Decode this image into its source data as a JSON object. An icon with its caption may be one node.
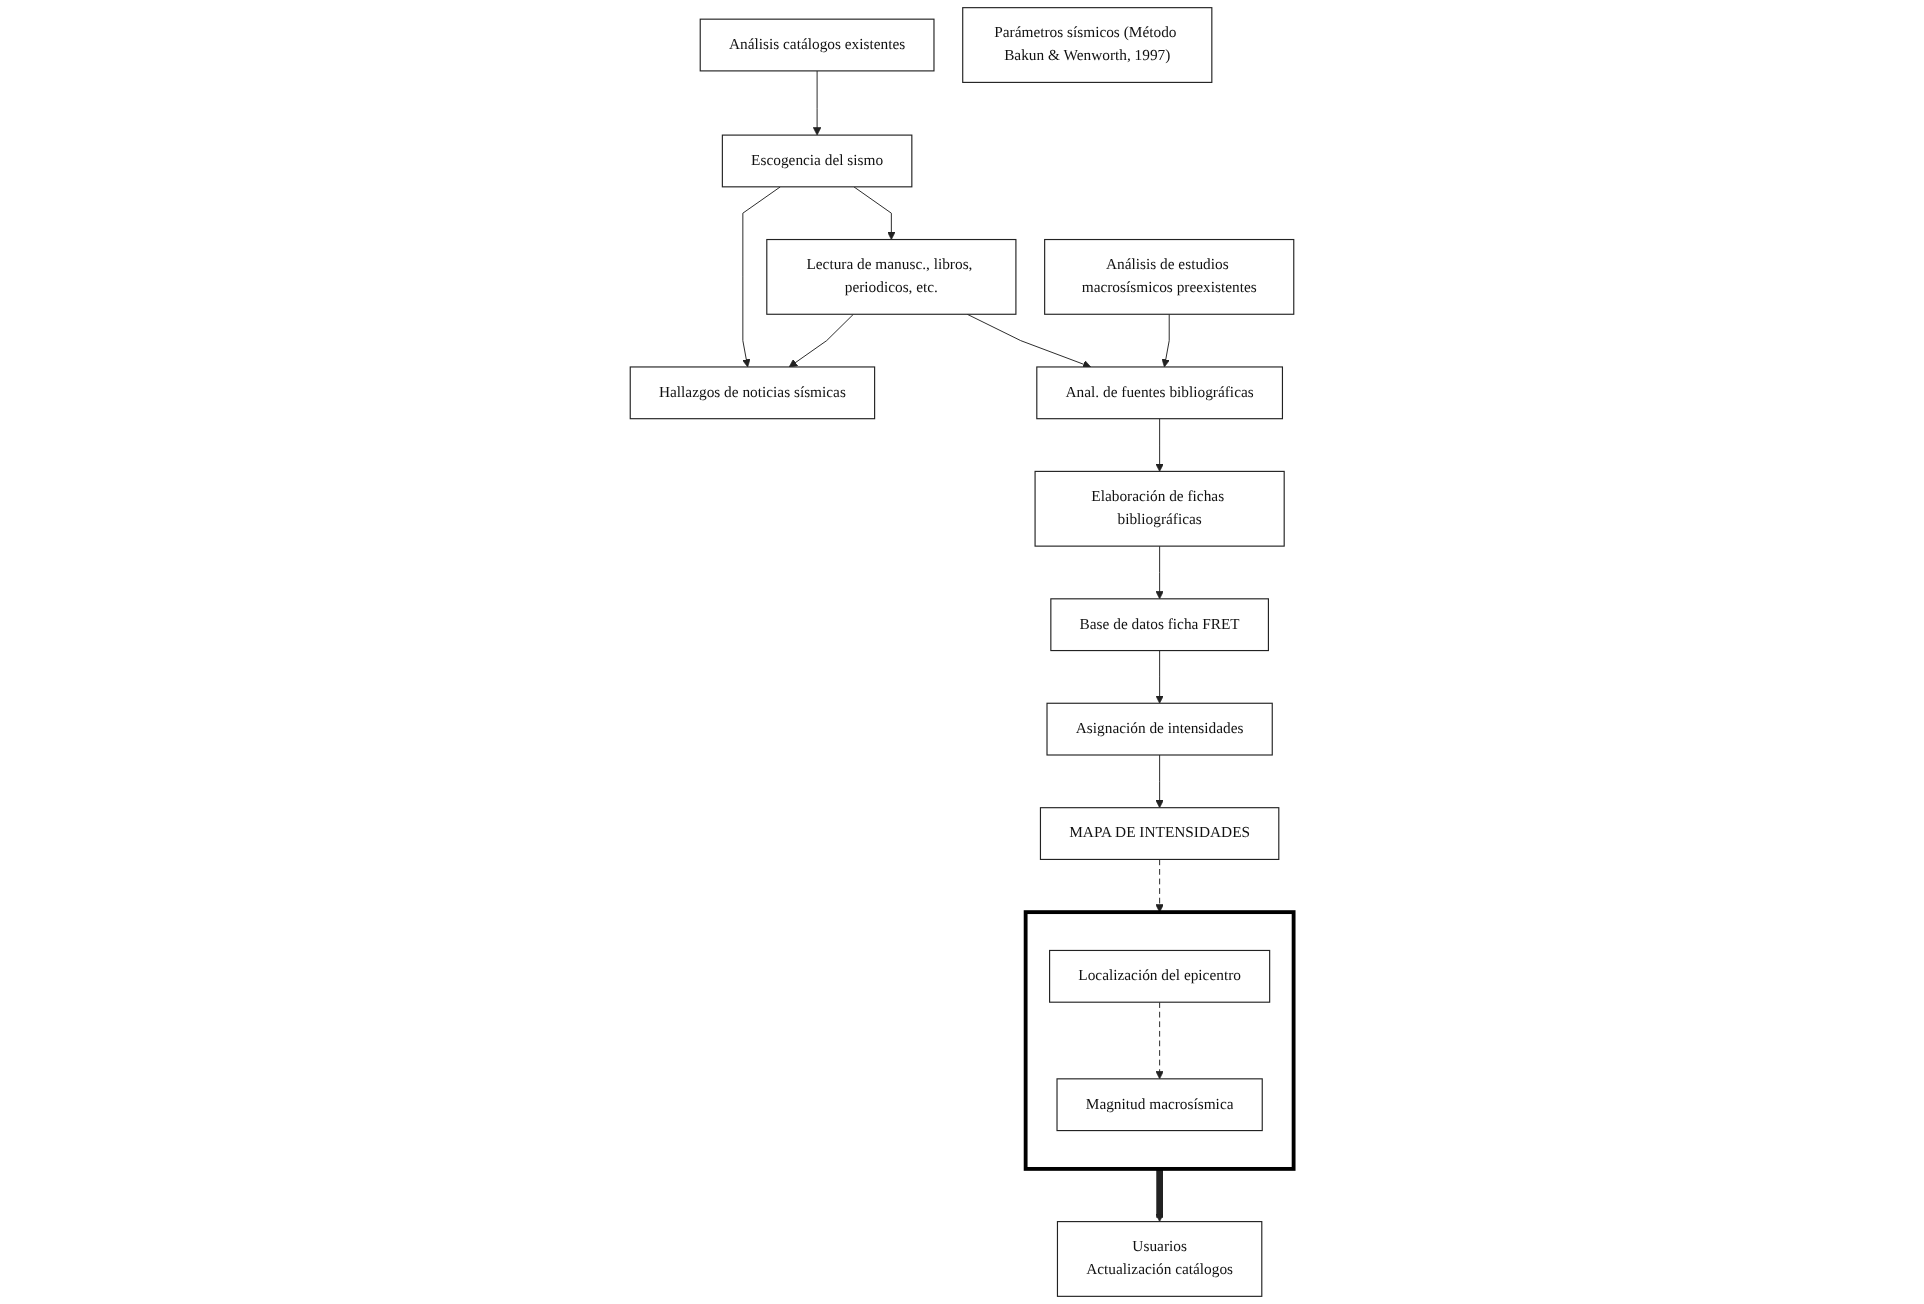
{
  "diagram": {
    "nodes": [
      {
        "text": [
          "Análisis catálogos existentes"
        ]
      },
      {
        "text": [
          "Escogencia del sismo"
        ]
      },
      {
        "text": [
          "Lectura de manusc., libros, periodicos, etc."
        ]
      },
      {
        "text": [
          "Hallazgos de noticias sísmicas"
        ]
      },
      {
        "text": [
          "Análisis de estudios macrosísmicos preexistentes"
        ]
      },
      {
        "text": [
          "Anal. de fuentes bibliográficas"
        ]
      },
      {
        "text": [
          "Elaboración de fichas bibliográficas"
        ]
      },
      {
        "text": [
          "Base de datos ficha FRET"
        ]
      },
      {
        "text": [
          "Asignación de intensidades"
        ]
      },
      {
        "text": [
          "MAPA DE INTENSIDADES"
        ]
      },
      {
        "text": [
          "Parámetros sísmicos (Método Bakun & Wenworth, 1997)"
        ]
      },
      {
        "text": [],
        "shape": "box"
      },
      {
        "text": [
          "Localización del epicentro"
        ],
        "in": 11
      },
      {
        "text": [
          "Magnitud macrosísmica"
        ],
        "in": 11
      },
      {
        "text": [
          "Usuarios",
          "Actualización catálogos"
        ]
      }
    ],
    "edges": [
      {
        "from": 0,
        "to": 1,
        "arrow": "to"
      },
      {
        "from": 1,
        "to": 2,
        "arrow": "to"
      },
      {
        "from": 1,
        "to": 3,
        "arrow": "to"
      },
      {
        "from": 2,
        "to": 3,
        "arrow": "to"
      },
      {
        "from": 2,
        "to": 5,
        "arrow": "to"
      },
      {
        "from": 4,
        "to": 5,
        "arrow": "to"
      },
      {
        "from": 5,
        "to": 6,
        "arrow": "to"
      },
      {
        "from": 6,
        "to": 7,
        "arrow": "to"
      },
      {
        "from": 7,
        "to": 8,
        "arrow": "to"
      },
      {
        "from": 8,
        "to": 9,
        "arrow": "to"
      },
      {
        "from": 9,
        "to": 11,
        "arrow": "to",
        "style": "dashed"
      },
      {
        "from": 12,
        "to": 13,
        "arrow": "to",
        "style": "dashed"
      },
      {
        "from": 11,
        "to": 14,
        "arrow": "to",
        "style": "thick"
      }
    ]
  }
}
